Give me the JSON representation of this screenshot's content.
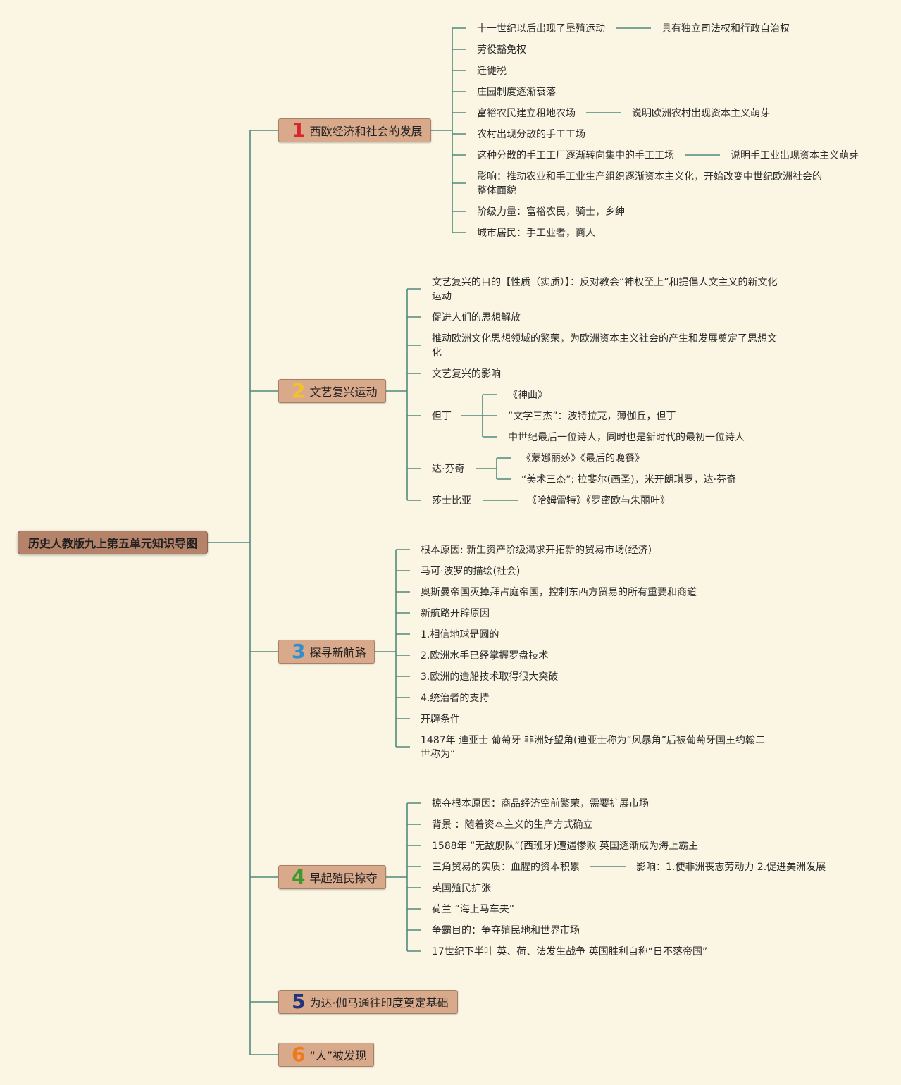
{
  "root": "历史人教版九上第五单元知识导图",
  "colors": {
    "line": "#4f8a7d",
    "branch_bg": "#d9a98b",
    "root_bg": "#b5826a",
    "num1": "#d9262c",
    "num2": "#f2c22e",
    "num3": "#2f8fd1",
    "num4": "#3a9a2f",
    "num5": "#23357a",
    "num6": "#f07a1a"
  },
  "branches": [
    {
      "num": "1",
      "label": "西欧经济和社会的发展",
      "items": [
        {
          "text": "十一世纪以后出现了垦殖运动",
          "sub": "具有独立司法权和行政自治权"
        },
        {
          "text": "劳役豁免权"
        },
        {
          "text": "迁徙税"
        },
        {
          "text": "庄园制度逐渐衰落"
        },
        {
          "text": "富裕农民建立租地农场",
          "sub": "说明欧洲农村出现资本主义萌芽"
        },
        {
          "text": "农村出现分散的手工工场"
        },
        {
          "text": "这种分散的手工工厂逐渐转向集中的手工工场",
          "sub": "说明手工业出现资本主义萌芽"
        },
        {
          "text": "影响：推动农业和手工业生产组织逐渐资本主义化，开始改变中世纪欧洲社会的整体面貌"
        },
        {
          "text": "阶级力量：富裕农民，骑士，乡绅"
        },
        {
          "text": "城市居民：手工业者，商人"
        }
      ]
    },
    {
      "num": "2",
      "label": "文艺复兴运动",
      "items": [
        {
          "text": "文艺复兴的目的【性质（实质）】：反对教会“神权至上”和提倡人文主义的新文化运动"
        },
        {
          "text": "促进人们的思想解放"
        },
        {
          "text": "推动欧洲文化思想领域的繁荣，为欧洲资本主义社会的产生和发展奠定了思想文化"
        },
        {
          "text": "文艺复兴的影响"
        },
        {
          "text": "但丁",
          "children": [
            "《神曲》",
            "“文学三杰”：波特拉克，薄伽丘，但丁",
            "中世纪最后一位诗人，同时也是新时代的最初一位诗人"
          ]
        },
        {
          "text": "达·芬奇",
          "children": [
            "《蒙娜丽莎》《最后的晚餐》",
            "“美术三杰”: 拉斐尔(画圣)，米开朗琪罗，达·芬奇"
          ]
        },
        {
          "text": "莎士比亚",
          "sub": "《哈姆雷特》《罗密欧与朱丽叶》"
        }
      ]
    },
    {
      "num": "3",
      "label": "探寻新航路",
      "items": [
        {
          "text": "根本原因: 新生资产阶级渴求开拓新的贸易市场(经济)"
        },
        {
          "text": "马可·波罗的描绘(社会)"
        },
        {
          "text": "奥斯曼帝国灭掉拜占庭帝国，控制东西方贸易的所有重要和商道"
        },
        {
          "text": "新航路开辟原因"
        },
        {
          "text": "1.相信地球是圆的"
        },
        {
          "text": "2.欧洲水手已经掌握罗盘技术"
        },
        {
          "text": "3.欧洲的造船技术取得很大突破"
        },
        {
          "text": "4.统治者的支持"
        },
        {
          "text": "开辟条件"
        },
        {
          "text": "1487年 迪亚士 葡萄牙 非洲好望角(迪亚士称为“风暴角”后被葡萄牙国王约翰二世称为“"
        }
      ]
    },
    {
      "num": "4",
      "label": "早起殖民掠夺",
      "items": [
        {
          "text": "掠夺根本原因：商品经济空前繁荣，需要扩展市场"
        },
        {
          "text": "背景 ：随着资本主义的生产方式确立"
        },
        {
          "text": "1588年 “无敌舰队”(西班牙)遭遇惨败 英国逐渐成为海上霸主"
        },
        {
          "text": "三角贸易的实质：血腥的资本积累",
          "sub": "影响：1.使非洲丧志劳动力 2.促进美洲发展"
        },
        {
          "text": "英国殖民扩张"
        },
        {
          "text": "荷兰 “海上马车夫”"
        },
        {
          "text": "争霸目的：争夺殖民地和世界市场"
        },
        {
          "text": "17世纪下半叶 英、荷、法发生战争 英国胜利自称“日不落帝国”"
        }
      ]
    },
    {
      "num": "5",
      "label": "为达·伽马通往印度奠定基础",
      "items": []
    },
    {
      "num": "6",
      "label": "“人”被发现",
      "items": []
    }
  ]
}
